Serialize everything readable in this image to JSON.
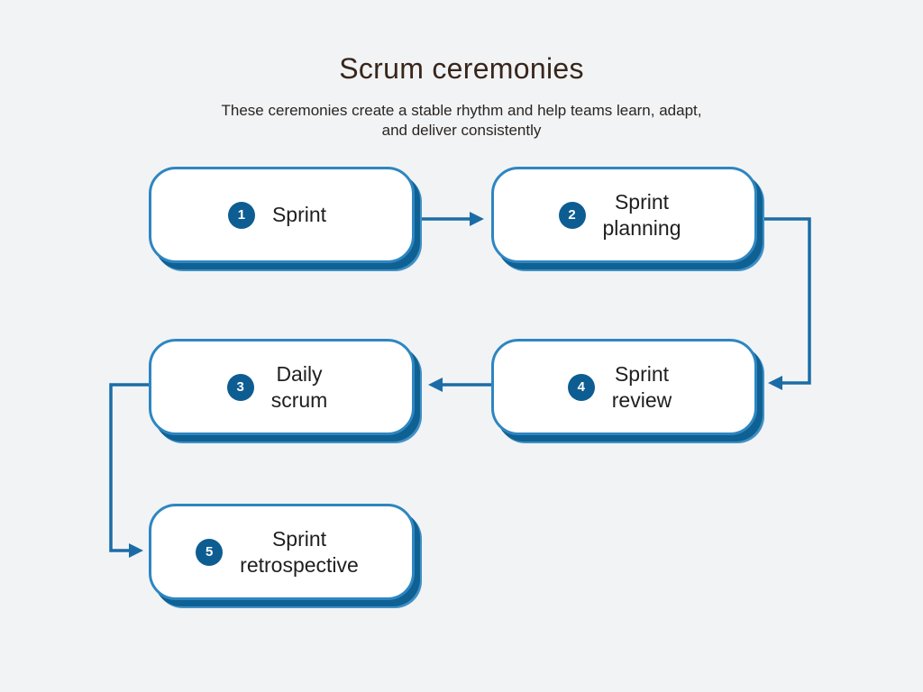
{
  "page": {
    "title": "Scrum ceremonies",
    "subtitle_line1": "These ceremonies create a stable rhythm and help teams learn, adapt,",
    "subtitle_line2": "and deliver consistently"
  },
  "colors": {
    "background": "#f2f3f5",
    "box_fill": "#ffffff",
    "box_border": "#2e86c1",
    "box_shadow_dark": "#0f6193",
    "box_shadow_light": "#4090c5",
    "badge_fill": "#0e5d92",
    "badge_text": "#ffffff",
    "connector": "#1b6ca6",
    "title_text": "#38261b",
    "subtitle_text": "#2a2521",
    "label_text": "#1f1f1f"
  },
  "nodes": [
    {
      "number": "1",
      "lines": [
        "Sprint"
      ]
    },
    {
      "number": "2",
      "lines": [
        "Sprint",
        "planning"
      ]
    },
    {
      "number": "3",
      "lines": [
        "Daily",
        "scrum"
      ]
    },
    {
      "number": "4",
      "lines": [
        "Sprint",
        "review"
      ]
    },
    {
      "number": "5",
      "lines": [
        "Sprint",
        "retrospective"
      ]
    }
  ],
  "edges": [
    {
      "from": "1",
      "to": "2"
    },
    {
      "from": "2",
      "to": "4"
    },
    {
      "from": "4",
      "to": "3"
    },
    {
      "from": "3",
      "to": "5"
    }
  ]
}
